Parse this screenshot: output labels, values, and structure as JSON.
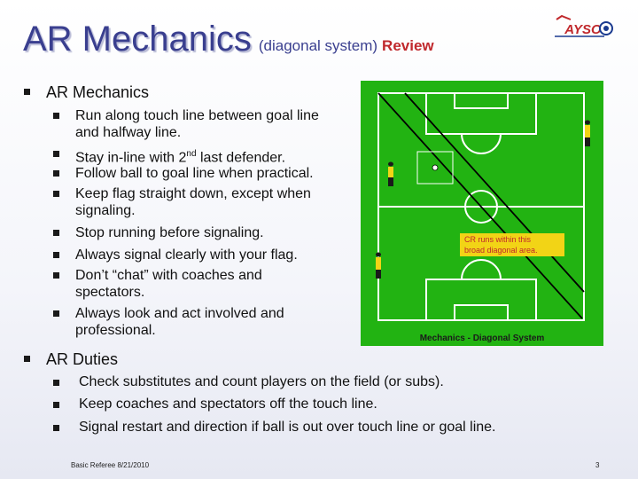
{
  "title": {
    "main": "AR Mechanics",
    "sub": "(diagonal system)",
    "review": "Review"
  },
  "logo": {
    "text": "AYSO"
  },
  "section1": {
    "heading": "AR Mechanics",
    "items": [
      [
        "Run along touch line between goal line",
        "and halfway line."
      ],
      [
        "Stay in-line with 2",
        "nd",
        " last defender."
      ],
      [
        "Follow ball to goal line when practical."
      ],
      [
        "Keep flag straight down, except when",
        "signaling."
      ],
      [
        "Stop running before signaling."
      ],
      [
        "Always signal clearly with your flag."
      ],
      [
        "Don’t “chat” with coaches and",
        "spectators."
      ],
      [
        "Always look and act involved and",
        "professional."
      ]
    ]
  },
  "diagram": {
    "callout_line1": "CR runs within this",
    "callout_line2": "broad diagonal area.",
    "caption": "Mechanics - Diagonal System",
    "field_color": "#22b312",
    "callout_color": "#f2d416"
  },
  "section2": {
    "heading": "AR Duties",
    "items": [
      "Check substitutes and count players on the field (or subs).",
      "Keep coaches and spectators off the touch line.",
      "Signal restart and direction if ball is out over touch line or goal line."
    ]
  },
  "footer": {
    "left": "Basic Referee 8/21/2010",
    "page": "3"
  }
}
